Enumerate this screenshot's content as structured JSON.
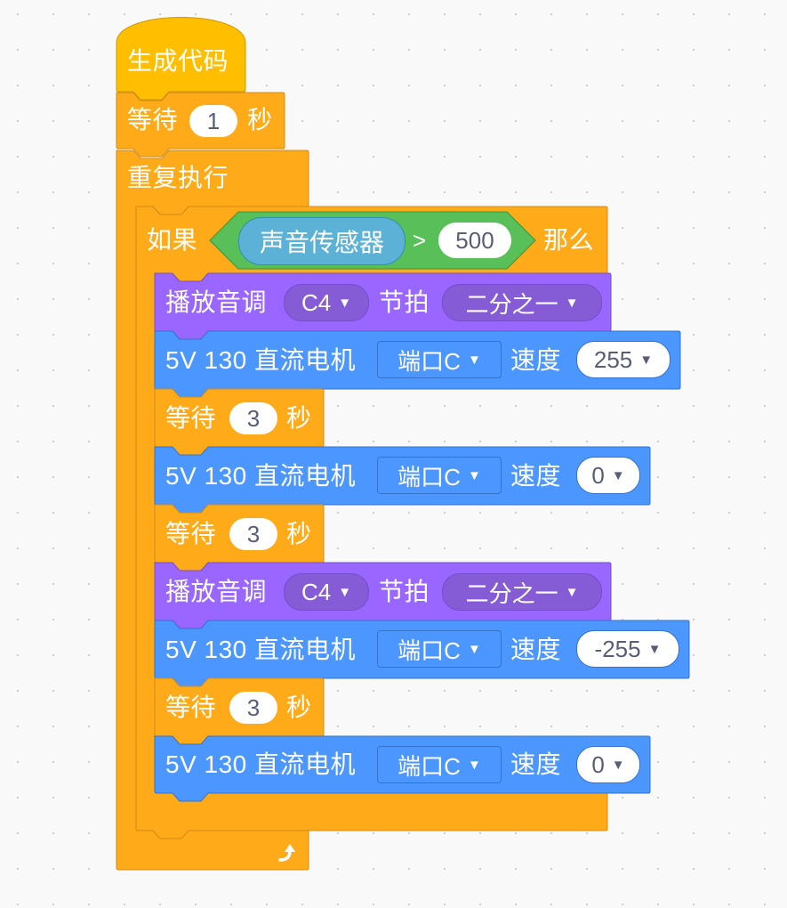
{
  "colors": {
    "events": "#ffbf00",
    "control": "#ffab19",
    "sound": "#9966ff",
    "motor": "#4c97ff",
    "operator": "#59c059",
    "sensor": "#5cb1d6"
  },
  "hat": {
    "label": "生成代码"
  },
  "wait_first": {
    "label": "等待",
    "value": "1",
    "unit": "秒"
  },
  "forever": {
    "label": "重复执行",
    "icon": "loop-arrow-icon"
  },
  "if_block": {
    "label_if": "如果",
    "label_then": "那么",
    "sensor": "声音传感器",
    "operator": ">",
    "threshold": "500"
  },
  "play_tone": {
    "label": "播放音调",
    "note": "C4",
    "beat_label": "节拍",
    "beat": "二分之一"
  },
  "motor": {
    "label": "5V 130 直流电机",
    "port": "端口C",
    "speed_label": "速度"
  },
  "wait": {
    "label": "等待",
    "value": "3",
    "unit": "秒"
  },
  "speeds": [
    "255",
    "0",
    "-255",
    "0"
  ]
}
